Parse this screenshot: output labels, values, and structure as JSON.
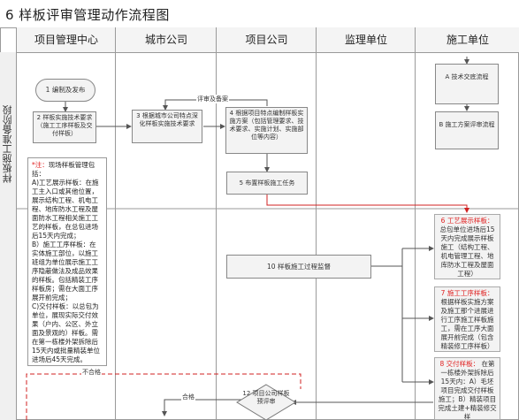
{
  "title": "6 样板评审管理动作流程图",
  "columns": [
    "项目管理中心",
    "城市公司",
    "项目公司",
    "监理单位",
    "施工单位"
  ],
  "phase_label": "样板施工准备阶段",
  "nodes": {
    "n1": "1 编制及发布",
    "n2": "2 样板实施技术要求（施工工序样板及交付样板）",
    "n3": "3 根据城市公司特点深化样板实施技术要求",
    "n4": "4 根据项目特点编制样板实施方案（包括管理要求、技术要求、实施计划、实施部位等内容）",
    "n5": "5 布置样板施工任务",
    "nA": "A 技术交底流程",
    "nB": "B 施工方案评审流程",
    "n10": "10 样板施工过程监督",
    "n12": "12 项目公司样板预评审"
  },
  "labels": {
    "review_filing": "评审及备案",
    "fail": "不合格",
    "pass": "合格"
  },
  "note": {
    "star_label": "*注：",
    "lines": [
      "现场样板管理包括：",
      "A)工艺展示样板：在施工主入口或其他位置，展示结构工程、机电工程、地库防水工程及屋面防水工程相关施工工艺的样板，在总包进场后15天内完成；",
      "B）施工工序样板：在实体施工部位，以施工班组为单位展示施工工序隐蔽做法及成品效果的样板。包括精装工序样板房；需在大面工序展开前完成；",
      "C)交付样板：以总包为单位，展现实际交付效果（户内、公区、外立面及景观的）样板。需在第一栋楼外架拆除后15天内或批量精装单位进场后45天完成。"
    ]
  },
  "right_notes": [
    {
      "num": "6",
      "title": "工艺展示样板：",
      "body": "总包单位进场后15天内完成展示样板施工（结构工程、机电管理工程、地库防水工程及屋面工程）"
    },
    {
      "num": "7",
      "title": "施工工序样板：",
      "body": "根据样板实施方案及施工那个进展进行工序施工样板施工，需在工序大面展开前完成（包含精装修工序样板）"
    },
    {
      "num": "8",
      "title": "交付样板：",
      "body": "在第一栋楼外架拆除后15天内：A）毛坯项目完成交付样板施工；B）精装项目完成土建+精装修交样"
    }
  ]
}
